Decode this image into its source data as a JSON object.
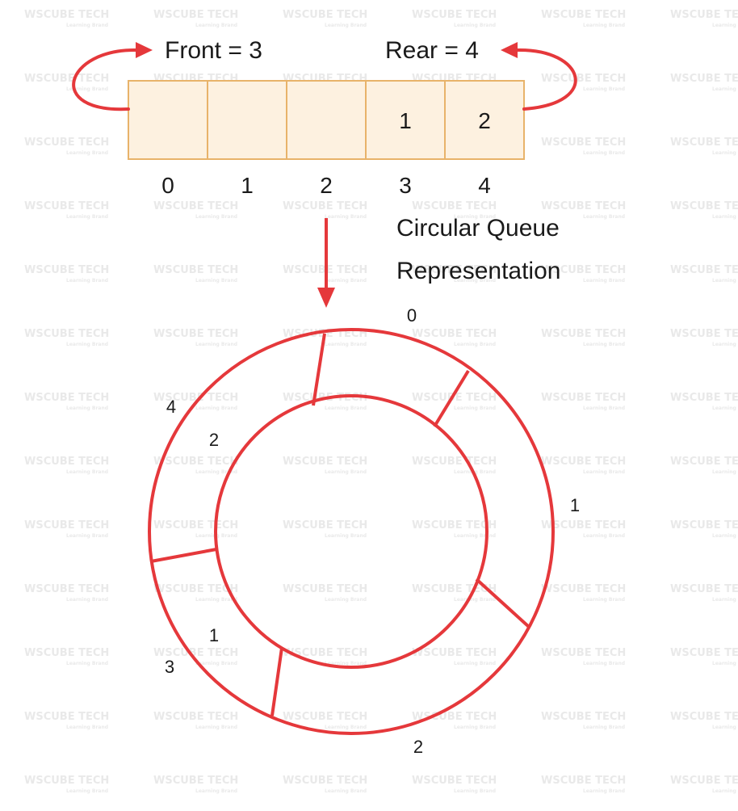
{
  "top": {
    "front_label": "Front = 3",
    "rear_label": "Rear = 4",
    "cells": [
      "",
      "",
      "",
      "1",
      "2"
    ],
    "indices": [
      "0",
      "1",
      "2",
      "3",
      "4"
    ]
  },
  "caption": {
    "line1": "Circular Queue",
    "line2": "Representation"
  },
  "ring": {
    "index_labels": [
      "0",
      "1",
      "2",
      "3",
      "4"
    ],
    "value_labels": [
      "2",
      "1"
    ]
  },
  "watermark": {
    "text": "WsCube Tech",
    "subtext": "Learning Brand"
  },
  "colors": {
    "accent": "#e5383b",
    "cell_fill": "#fdf1e0",
    "cell_border": "#e8b36a",
    "text": "#1a1a1a",
    "watermark": "#e9e9e9"
  }
}
